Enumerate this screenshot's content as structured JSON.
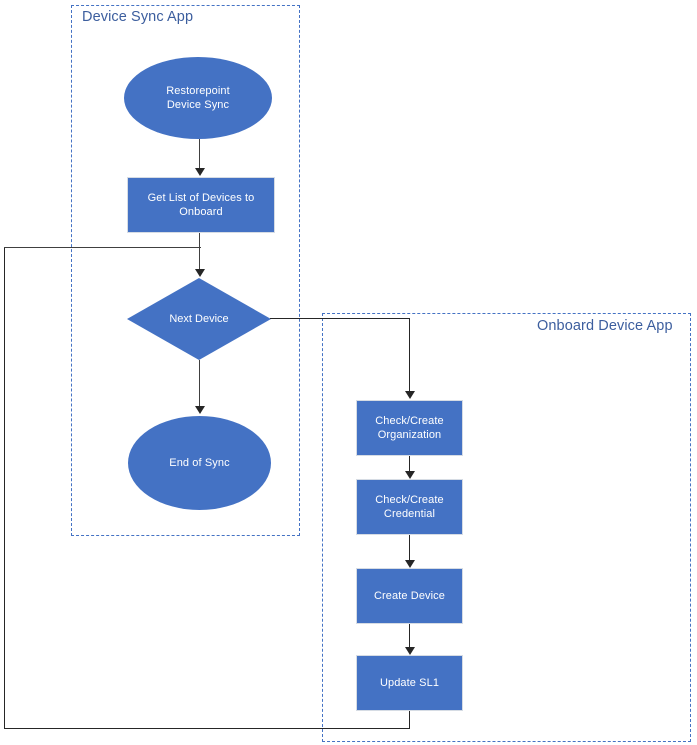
{
  "diagram": {
    "title_present": false,
    "colors": {
      "node_fill": "#4472C4",
      "node_text": "#FFFFFF",
      "group_border": "#4472C4",
      "group_label_text": "#3C5E9E",
      "connector": "#404040"
    },
    "groups": [
      {
        "id": "device-sync-app",
        "label": "Device Sync App"
      },
      {
        "id": "onboard-device-app",
        "label": "Onboard Device App"
      }
    ],
    "nodes": [
      {
        "id": "restorepoint-device-sync",
        "label": "Restorepoint\nDevice Sync",
        "shape": "terminator",
        "group": "device-sync-app"
      },
      {
        "id": "get-list-of-devices",
        "label": "Get List of Devices to\nOnboard",
        "shape": "process",
        "group": "device-sync-app"
      },
      {
        "id": "next-device",
        "label": "Next Device",
        "shape": "decision",
        "group": "device-sync-app"
      },
      {
        "id": "end-of-sync",
        "label": "End of Sync",
        "shape": "terminator",
        "group": "device-sync-app"
      },
      {
        "id": "check-create-organization",
        "label": "Check/Create\nOrganization",
        "shape": "process",
        "group": "onboard-device-app"
      },
      {
        "id": "check-create-credential",
        "label": "Check/Create\nCredential",
        "shape": "process",
        "group": "onboard-device-app"
      },
      {
        "id": "create-device",
        "label": "Create Device",
        "shape": "process",
        "group": "onboard-device-app"
      },
      {
        "id": "update-sl1",
        "label": "Update SL1",
        "shape": "process",
        "group": "onboard-device-app"
      }
    ],
    "edges": [
      {
        "from": "restorepoint-device-sync",
        "to": "get-list-of-devices",
        "label": ""
      },
      {
        "from": "get-list-of-devices",
        "to": "next-device",
        "label": ""
      },
      {
        "from": "next-device",
        "to": "end-of-sync",
        "label": ""
      },
      {
        "from": "next-device",
        "to": "check-create-organization",
        "label": ""
      },
      {
        "from": "check-create-organization",
        "to": "check-create-credential",
        "label": ""
      },
      {
        "from": "check-create-credential",
        "to": "create-device",
        "label": ""
      },
      {
        "from": "create-device",
        "to": "update-sl1",
        "label": ""
      },
      {
        "from": "update-sl1",
        "to": "next-device",
        "label": ""
      }
    ]
  }
}
